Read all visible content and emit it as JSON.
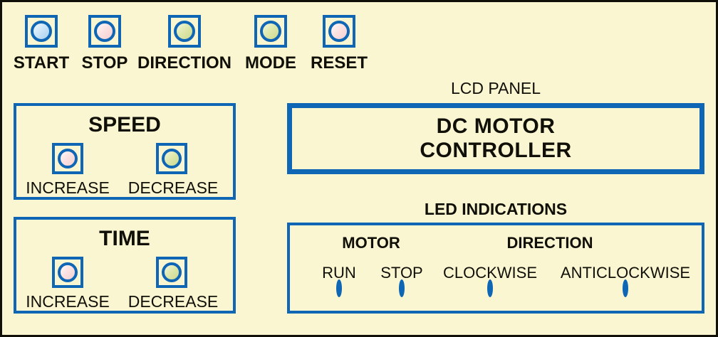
{
  "colors": {
    "background": "#FBF6D2",
    "accent_blue": "#0F66B5",
    "text": "#101008",
    "lamp_blue": "#CFE6F8",
    "lamp_pink": "#FBE2E2",
    "lamp_green": "#DFE8AD"
  },
  "top_buttons": [
    {
      "label": "START",
      "lamp": "blue"
    },
    {
      "label": "STOP",
      "lamp": "pink"
    },
    {
      "label": "DIRECTION",
      "lamp": "green"
    },
    {
      "label": "MODE",
      "lamp": "green"
    },
    {
      "label": "RESET",
      "lamp": "pink"
    }
  ],
  "speed_panel": {
    "title": "SPEED",
    "buttons": [
      {
        "label": "INCREASE",
        "lamp": "pink"
      },
      {
        "label": "DECREASE",
        "lamp": "green"
      }
    ]
  },
  "time_panel": {
    "title": "TIME",
    "buttons": [
      {
        "label": "INCREASE",
        "lamp": "pink"
      },
      {
        "label": "DECREASE",
        "lamp": "green"
      }
    ]
  },
  "lcd": {
    "caption": "LCD PANEL",
    "line1": "DC MOTOR",
    "line2": "CONTROLLER"
  },
  "led_indications": {
    "caption": "LED INDICATIONS",
    "groups": [
      {
        "title": "MOTOR"
      },
      {
        "title": "DIRECTION"
      }
    ],
    "leds": [
      {
        "label": "RUN",
        "lamp": "blue"
      },
      {
        "label": "STOP",
        "lamp": "pink"
      },
      {
        "label": "CLOCKWISE",
        "lamp": "green"
      },
      {
        "label": "ANTICLOCKWISE",
        "lamp": "green"
      }
    ]
  }
}
